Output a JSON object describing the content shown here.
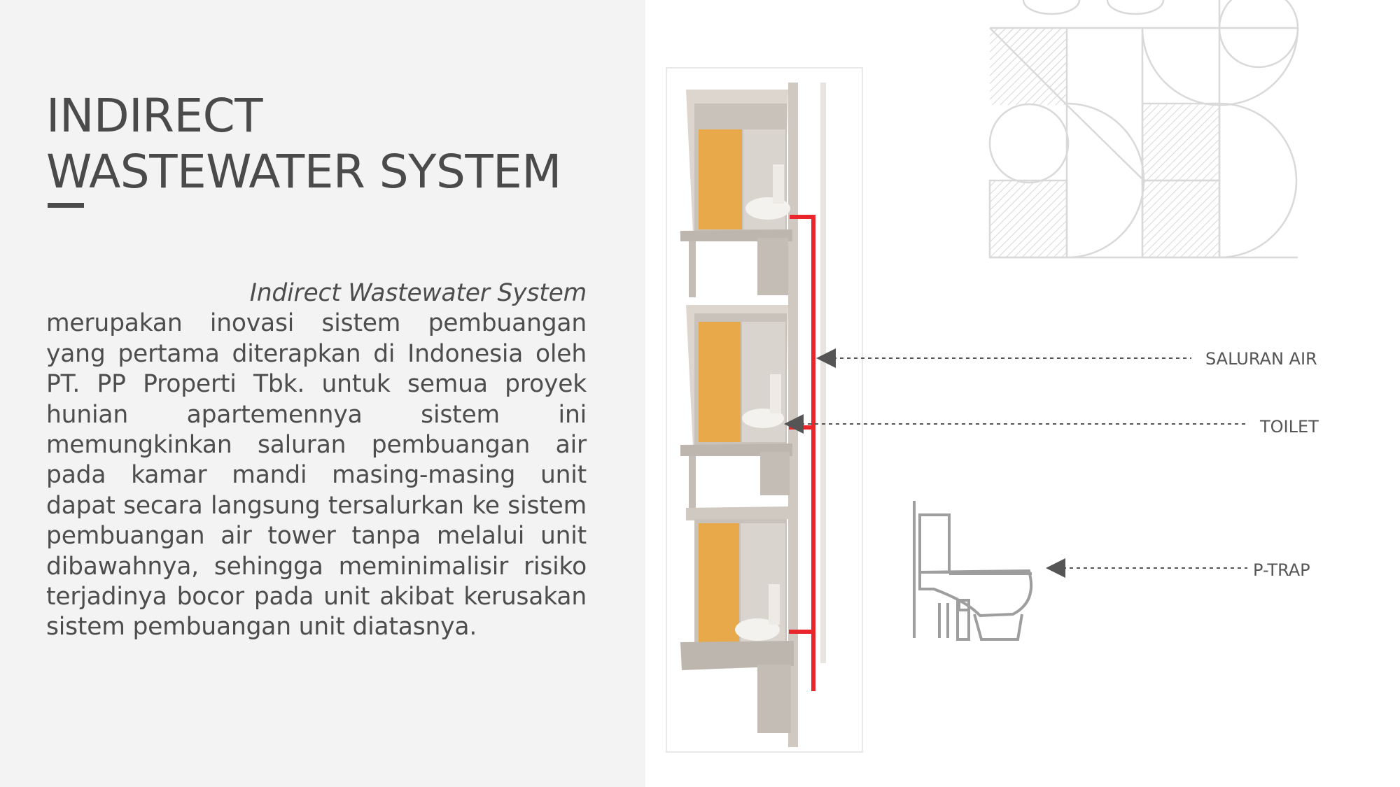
{
  "title": {
    "line1": "INDIRECT",
    "line2": "WASTEWATER SYSTEM"
  },
  "body": {
    "lead": "Indirect Wastewater System",
    "paragraph": "merupakan inovasi sistem pembuangan yang pertama diterapkan di Indonesia oleh PT. PP Properti Tbk. untuk semua proyek hunian apartemennya sistem ini memungkinkan saluran pembuangan air pada kamar mandi masing-masing unit dapat secara langsung tersalurkan ke sistem pembuangan air tower tanpa melalui unit dibawahnya, sehingga meminimalisir risiko terjadinya bocor pada unit akibat kerusakan sistem pembuangan unit diatasnya."
  },
  "callouts": {
    "saluran_air": "SALURAN AIR",
    "toilet": "TOILET",
    "p_trap": "P-TRAP"
  },
  "colors": {
    "panel_bg": "#f3f3f4",
    "pipe": "#e8262b",
    "text": "#4a4a4a",
    "door": "#e8a94a"
  }
}
